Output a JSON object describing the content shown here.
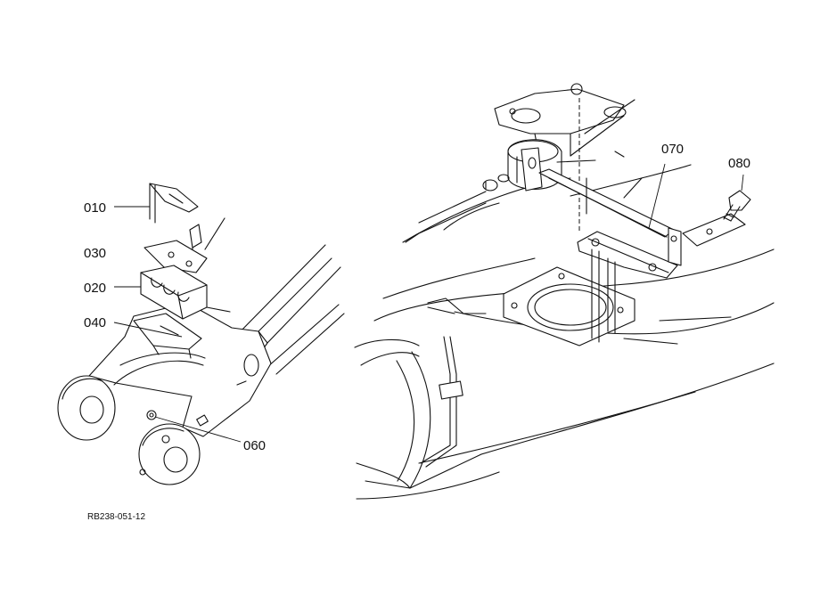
{
  "diagram": {
    "callouts": [
      {
        "id": "010",
        "label": "010"
      },
      {
        "id": "030",
        "label": "030"
      },
      {
        "id": "020",
        "label": "020"
      },
      {
        "id": "040",
        "label": "040"
      },
      {
        "id": "060",
        "label": "060"
      },
      {
        "id": "070",
        "label": "070"
      },
      {
        "id": "080",
        "label": "080"
      }
    ],
    "reference_code": "RB238-051-12"
  }
}
